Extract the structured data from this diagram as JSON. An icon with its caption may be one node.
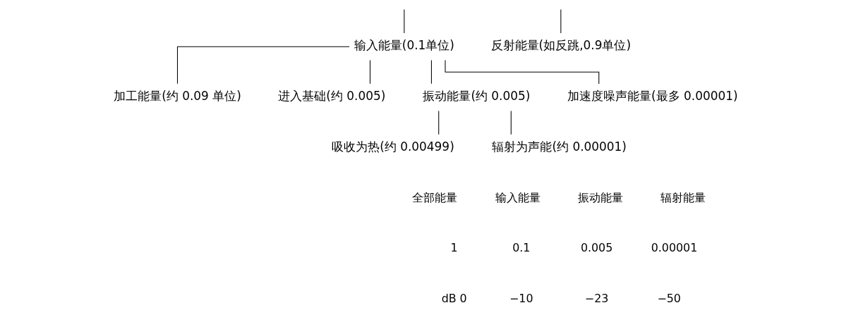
{
  "diagram": {
    "nodes": [
      {
        "text": [
          "输入能量(0.1单位)"
        ]
      },
      {
        "text": [
          "反射能量(如反跳,0.9单位)"
        ]
      },
      {
        "text": [
          "加工能量(约 0.09 单位)"
        ]
      },
      {
        "text": [
          "进入基础(约 0.005)"
        ]
      },
      {
        "text": [
          "振动能量(约 0.005)"
        ]
      },
      {
        "text": [
          "加速度噪声能量(最多 0.00001)"
        ]
      },
      {
        "text": [
          "吸收为热(约 0.00499)"
        ]
      },
      {
        "text": [
          "辐射为声能(约 0.00001)"
        ]
      }
    ],
    "edges": [
      {
        "from": null,
        "to": 0,
        "arrow": "none"
      },
      {
        "from": null,
        "to": 1,
        "arrow": "none"
      },
      {
        "from": 0,
        "to": 2,
        "arrow": "none"
      },
      {
        "from": 0,
        "to": 3,
        "arrow": "none"
      },
      {
        "from": 0,
        "to": 4,
        "arrow": "none"
      },
      {
        "from": 0,
        "to": 5,
        "arrow": "none"
      },
      {
        "from": 4,
        "to": 6,
        "arrow": "none"
      },
      {
        "from": 4,
        "to": 7,
        "arrow": "none"
      }
    ],
    "labels": [
      "全部能量",
      "输入能量",
      "振动能量",
      "辐射能量",
      "1",
      "0.1",
      "0.005",
      "0.00001",
      "dB 0",
      "−10",
      "−23",
      "−50"
    ]
  }
}
